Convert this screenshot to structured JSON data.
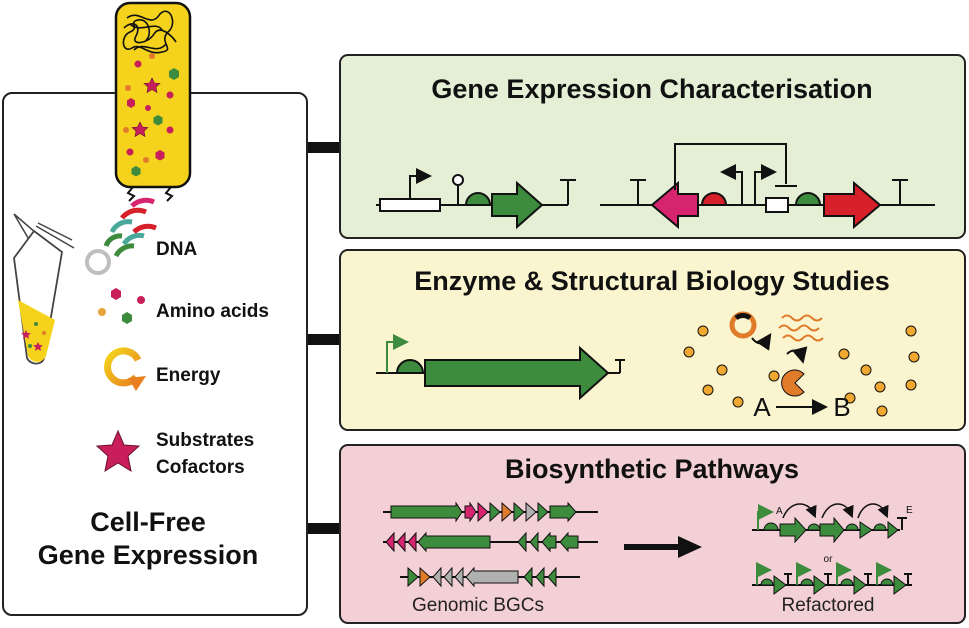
{
  "left_panel": {
    "title_line1": "Cell-Free",
    "title_line2": "Gene Expression",
    "components": [
      {
        "label": "DNA",
        "icon": "dna-plasmid-icon"
      },
      {
        "label": "Amino acids",
        "icon": "amino-acids-icon"
      },
      {
        "label": "Energy",
        "icon": "energy-cycle-icon"
      },
      {
        "label": "Substrates",
        "icon": "star-icon"
      },
      {
        "label": "Cofactors",
        "icon": "star-icon"
      }
    ]
  },
  "panels": [
    {
      "title": "Gene Expression Characterisation",
      "background": "#e5efd6"
    },
    {
      "title": "Enzyme & Structural Biology Studies",
      "background": "#fbf5cf"
    },
    {
      "title": "Biosynthetic Pathways",
      "background": "#f3cfd6"
    }
  ],
  "enzyme_panel": {
    "reactant": "A",
    "product": "B"
  },
  "pathways_panel": {
    "left_caption": "Genomic BGCs",
    "right_caption": "Refactored",
    "start_label": "A",
    "end_label": "E",
    "or_label": "or"
  },
  "colors": {
    "green": "#3d8b3d",
    "magenta": "#d6246e",
    "red": "#d6202a",
    "orange": "#e07b2a",
    "gray": "#b0b0b0",
    "yellow_cell": "#f5d21b"
  }
}
